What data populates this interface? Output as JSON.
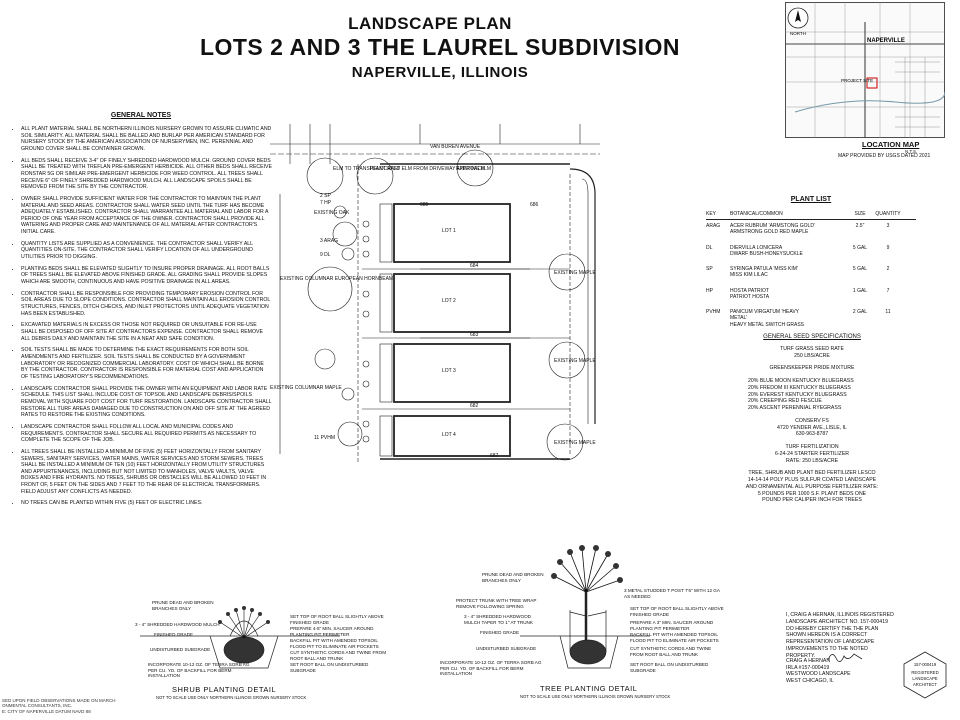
{
  "header": {
    "subtitle": "LANDSCAPE PLAN",
    "title": "LOTS 2 AND 3  THE LAUREL SUBDIVISION",
    "city": "NAPERVILLE, ILLINOIS"
  },
  "general_notes": {
    "heading": "GENERAL NOTES",
    "items": [
      "All plant material shall be Northern Illinois nursery grown to assure climatic and soil similarity. All material shall be balled and burlap per American standard for nursery stock by the American Association of Nurserymen, Inc. Perennial and ground cover shall be container grown.",
      "All beds shall receive 3-4\" of finely shredded hardwood mulch. Ground cover beds shall be treated with Treflan pre-emergent herbicide. All other beds shall receive Ronstar 5G or similar pre-emergent herbicide for weed control. All trees shall receive 6\" of finely shredded hardwood mulch. All landscape spoils shall be removed from the site by the contractor.",
      "Owner shall provide sufficient water for the contractor to maintain the plant material and seed areas. Contractor shall water seed until the turf has become adequately established. Contractor shall warrantee all material and labor for a period of one year from acceptance of the owner. Contractor shall provide all watering and proper care and maintenance of all material after contractor's initial care.",
      "Quantity lists are supplied as a convenience. The contractor shall verify all quantities on-site. The contractor shall verify location of all underground utilities prior to digging.",
      "Planting beds shall be elevated slightly to insure proper drainage. All root balls of trees shall be elevated above finished grade. All grading shall provide slopes which are smooth, continuous and have positive drainage in all areas.",
      "Contractor shall be responsible for providing temporary erosion control for soil areas due to slope conditions. Contractor shall maintain all erosion control structures, fences, ditch checks, and inlet protectors until adequate vegetation has been established.",
      "Excavated materials in excess or those not required or unsuitable for re-use shall be disposed of off site at contractors expense. Contractor shall remove all debris daily and maintain the site in a neat and safe condition.",
      "Soil tests shall be made to determine the exact requirements for both soil amendments and fertilizer. Soil tests shall be conducted by a government laboratory or recognized commercial laboratory. Cost of which shall be borne by the contractor. Contractor is responsible for material cost and application of testing laboratory's recommendations.",
      "Landscape contractor shall provide the owner with an equipment and labor rate schedule. This list shall include cost of topsoil and landscape debris/spoils removal with square foot cost for turf restoration. Landscape contractor shall restore all turf areas damaged due to construction on and off site at the agreed rates to restore the existing conditions.",
      "Landscape contractor shall follow all local and municipal codes and requirements. Contractor shall secure all required permits as necessary to complete the scope of the job.",
      "All trees shall be installed a minimum of five (5) feet horizontally from sanitary sewers, sanitary services, water mains, water services and storm sewers. Trees shall be installed a minimum of ten (10) feet horizontally from utility structures and appurtenances, including but not limited to manholes, valve vaults, valve boxes and fire hydrants. No trees, shrubs or obstacles will be allowed 10 feet in front of, 5 feet on the sides and 7 feet to the rear of electrical transformers. Field adjust any conflicts as needed.",
      "No trees can be planted within five (5) feet of electric lines."
    ]
  },
  "site_plan": {
    "labels": {
      "elm_transplant": "ELM TO TRANSPLANT EAST",
      "relocated_elm": "RELOCATED ELM FROM DRIVEWAY APPROACH",
      "existing_elm": "EXISTING ELM",
      "existing_oak": "EXISTING OAK",
      "hornbeam": "EXISTING COLUMNAR EUROPEAN HORNBEAM",
      "columnar_maple": "EXISTING COLUMNAR MAPLE",
      "existing_maple": "EXISTING MAPLE",
      "street": "VAN BUREN AVENUE"
    },
    "lots": [
      "LOT 1",
      "LOT 2",
      "LOT 3",
      "LOT 4"
    ],
    "tags": [
      "2 SP",
      "7 HP",
      "3 ARAG",
      "9 DL",
      "11 PVHM"
    ],
    "spot_elevations": [
      "685",
      "686",
      "684",
      "683",
      "682",
      "687"
    ]
  },
  "location_map": {
    "label": "LOCATION MAP",
    "nts": "N.T.S.",
    "source": "MAP PROVIDED BY USGS DATED 2021",
    "north": "NORTH",
    "city": "NAPERVILLE",
    "site": "PROJECT SITE"
  },
  "plant_list": {
    "heading": "PLANT LIST",
    "columns": [
      "KEY",
      "BOTANICAL/COMMON",
      "SIZE",
      "QUANTITY"
    ],
    "rows": [
      {
        "key": "ARAG",
        "name": "ACER RUBRUM 'ARMSTONG GOLD'",
        "common": "ARMSTRONG GOLD RED MAPLE",
        "size": "2.5\"",
        "qty": "3"
      },
      {
        "key": "DL",
        "name": "DIERVILLA LONICERA",
        "common": "DWARF BUSH-HONEYSUCKLE",
        "size": "5 GAL",
        "qty": "9"
      },
      {
        "key": "SP",
        "name": "SYRINGA PATULA 'MISS KIM'",
        "common": "MISS KIM LILAC",
        "size": "5 GAL",
        "qty": "2"
      },
      {
        "key": "HP",
        "name": "HOSTA PATRIOT",
        "common": "PATRIOT HOSTA",
        "size": "1 GAL",
        "qty": "7"
      },
      {
        "key": "PVHM",
        "name": "PANICUM VIRGATUM 'HEAVY METAL'",
        "common": "HEAVY METAL SWITCH GRASS",
        "size": "2 GAL",
        "qty": "11"
      }
    ]
  },
  "seed_specs": {
    "heading": "GENERAL SEED SPECIFICATIONS",
    "turf_rate": "TURF GRASS SEED RATE",
    "turf_rate_value": "250 LBS/ACRE",
    "mix_name": "GREENSKEEPER PRIDE MIXTURE",
    "mix": [
      "20%   BLUE MOON KENTUCKY BLUEGRASS",
      "20%   FREDOM III KENTUCKY BLUEGRASS",
      "20%   EVEREST KENTUCKY BLUEGRASS",
      "20%   CREEPING RED FESCUE",
      "20%   ASCENT PERENNIAL RYEGRASS"
    ],
    "supplier": [
      "CONSERV FS",
      "4720 YENDER AVE.,LISLE, IL",
      "630-963-8787"
    ],
    "fertilizer": [
      "TURF FERTILIZATION",
      "6-24-24 STARTER FERTILIZER",
      "RATE: 250 LBS/ACRE"
    ],
    "tree_fert": [
      "TREE, SHRUB AND PLANT BED FERTILIZER LESCO",
      "14-14-14 POLY PLUS SULFUR COATED LANDSCAPE",
      "AND ORNAMENTAL ALL PURPOSE FERTILIZER RATE:",
      "5 POUNDS PER 1000 S.F. PLANT BEDS ONE",
      "POUND PER CALIPER INCH FOR TREES"
    ]
  },
  "shrub_detail": {
    "title": "SHRUB PLANTING DETAIL",
    "sub": "NOT TO SCALE USE ONLY NORTHERN ILLINOIS GROWN NURSERY STOCK",
    "labels_left": [
      "PRUNE DEAD AND BROKEN BRANCHES ONLY",
      "3 - 4\" SHREDDED HARDWOOD MULCH",
      "FINISHED GRADE",
      "UNDISTURBED SUBGRADE",
      "INCORPORATE 10-12 OZ. OF TERRA SORB AG PER CU. YD. OF BACKFILL FOR BERM INSTALLATION"
    ],
    "labels_right": [
      "SET TOP OF ROOT BALL SLIGHTLY ABOVE FINISHED GRADE",
      "PREPARE 4-5\" MIN. SAUCER AROUND PLANTING PIT PERIMETER",
      "BACKFILL PIT WITH AMENDED TOPSOIL FLOOD PIT TO ELIMINATE AIR POCKETS",
      "CUT SYNTHETIC CORDS AND TWINE FROM ROOT BALL AND TRUNK",
      "SET ROOT BALL ON UNDISTURBED SUBGRADE"
    ]
  },
  "tree_detail": {
    "title": "TREE PLANTING DETAIL",
    "sub": "NOT TO SCALE USE ONLY NORTHERN ILLINOIS GROWN NURSERY STOCK",
    "labels_left": [
      "PRUNE DEAD AND BROKEN BRANCHES ONLY",
      "PROTECT TRUNK WITH TREE WRAP REMOVE FOLLOWING SPRING",
      "3 - 4\" SHREDDED HARDWOOD MULCH TAPER TO 1\" AT TRUNK",
      "FINISHED GRADE",
      "UNDISTURBED SUBGRADE",
      "INCORPORATE 10-12 OZ. OF TERRA SORB AG PER CU. YD. OF BACKFILL FOR BERM INSTALLATION"
    ],
    "labels_right": [
      "3 METAL STUDDED T POST 7'6\" WITH 12 GA AS NEEDED",
      "SET TOP OF ROOT BALL SLIGHTLY ABOVE FINISHED GRADE",
      "PREPARE A 3\" MIN. SAUCER AROUND PLANTING PIT PERIMETER",
      "BACKFILL PIT WITH AMENDED TOPSOIL FLOOD PIT TO ELIMINATE AIR POCKETS",
      "CUT SYNTHETIC CORDS AND TWINE FROM ROOT BALL AND TRUNK",
      "SET ROOT BALL ON UNDISTURBED SUBGRADE"
    ]
  },
  "certification": {
    "text": "I, CRAIG A HERNAN, ILLINOIS REGISTERED LANDSCAPE ARCHITECT NO. 157-000419 DO HEREBY CERTIFY THE THE PLAN SHOWN HEREON IS A CORRECT REPRESENTATION OF LANDSCAPE IMPROVEMENTS TO THE NOTED PROPERTY.",
    "signer": [
      "CRAIG A HERNAN",
      "IRLA #157-000419",
      "WESTWOOD LANDSCAPE",
      "WEST CHICAGO, IL"
    ],
    "seal": [
      "157-000419",
      "REGISTERED",
      "LANDSCAPE",
      "ARCHITECT"
    ]
  },
  "footer_left": [
    "SED UPON FIELD OBSERVATIONS MADE ON MARCH",
    "ONMENTAL CONSULTANTS, INC.",
    "E: CITY OF NAPERVILLE DATUM NAVD 88"
  ]
}
